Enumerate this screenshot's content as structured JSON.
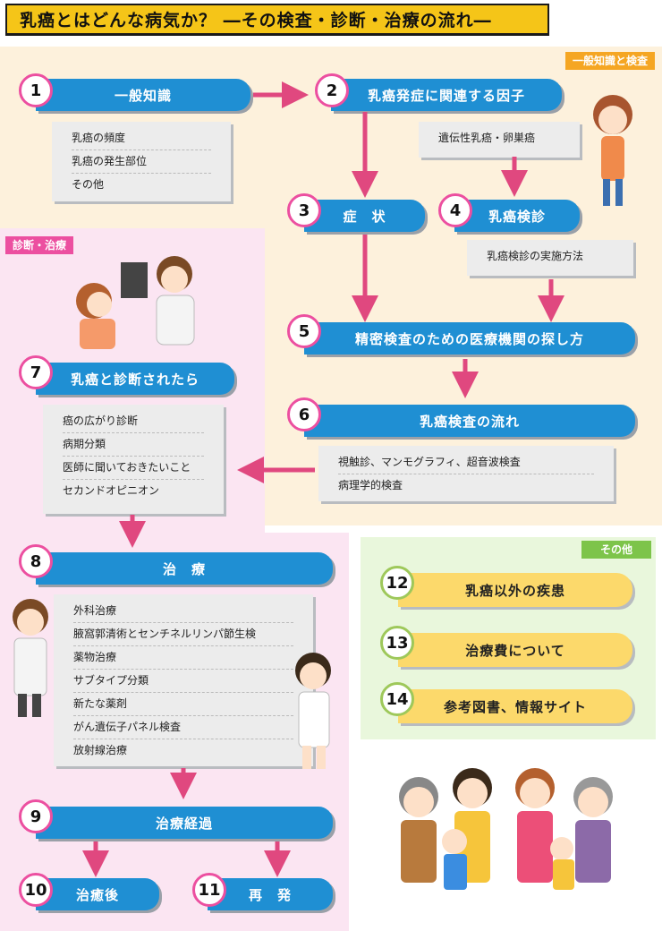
{
  "title": "乳癌とはどんな病気か？ ―その検査・診断・治療の流れ―",
  "regions": {
    "general": "一般知識と検査",
    "diagnosis": "診断・治療",
    "other": "その他"
  },
  "steps": {
    "s1": {
      "num": "1",
      "label": "一般知識",
      "items": [
        "乳癌の頻度",
        "乳癌の発生部位",
        "その他"
      ]
    },
    "s2": {
      "num": "2",
      "label": "乳癌発症に関連する因子",
      "items": [
        "遺伝性乳癌・卵巣癌"
      ]
    },
    "s3": {
      "num": "3",
      "label": "症　状"
    },
    "s4": {
      "num": "4",
      "label": "乳癌検診",
      "items": [
        "乳癌検診の実施方法"
      ]
    },
    "s5": {
      "num": "5",
      "label": "精密検査のための医療機関の探し方"
    },
    "s6": {
      "num": "6",
      "label": "乳癌検査の流れ",
      "items": [
        "視触診、マンモグラフィ、超音波検査",
        "病理学的検査"
      ]
    },
    "s7": {
      "num": "7",
      "label": "乳癌と診断されたら",
      "items": [
        "癌の広がり診断",
        "病期分類",
        "医師に聞いておきたいこと",
        "セカンドオピニオン"
      ]
    },
    "s8": {
      "num": "8",
      "label": "治　療",
      "items": [
        "外科治療",
        "腋窩郭清術とセンチネルリンパ節生検",
        "薬物治療",
        "サブタイプ分類",
        "新たな薬剤",
        "がん遺伝子パネル検査",
        "放射線治療"
      ]
    },
    "s9": {
      "num": "9",
      "label": "治療経過"
    },
    "s10": {
      "num": "10",
      "label": "治癒後"
    },
    "s11": {
      "num": "11",
      "label": "再　発"
    },
    "s12": {
      "num": "12",
      "label": "乳癌以外の疾患"
    },
    "s13": {
      "num": "13",
      "label": "治療費について"
    },
    "s14": {
      "num": "14",
      "label": "参考図書、情報サイト"
    }
  },
  "colors": {
    "blue": "#1f8fd3",
    "pink": "#ec4fa0",
    "yellow": "#f5c518",
    "orange": "#f5a623",
    "green": "#7dc44a"
  }
}
